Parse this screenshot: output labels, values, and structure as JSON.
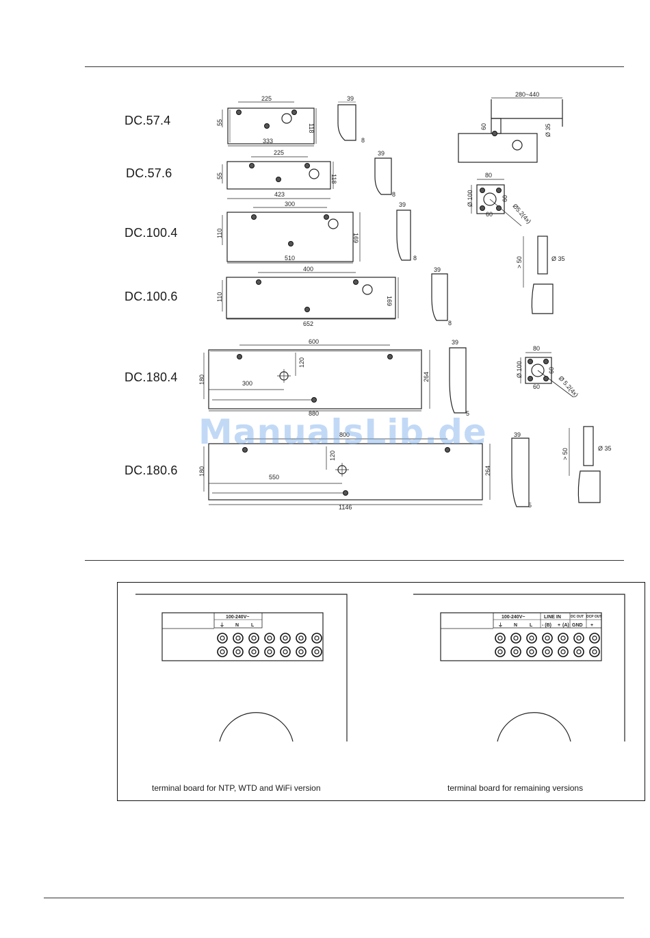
{
  "models": [
    {
      "name": "DC.57.4",
      "top_dim": "225",
      "height_dim": "55",
      "right_dim": "118",
      "bottom_dim": "333",
      "side_top": "39",
      "side_bottom": "8"
    },
    {
      "name": "DC.57.6",
      "top_dim": "225",
      "height_dim": "55",
      "right_dim": "118",
      "bottom_dim": "423",
      "side_top": "39",
      "side_bottom": "8"
    },
    {
      "name": "DC.100.4",
      "top_dim": "300",
      "height_dim": "110",
      "right_dim": "169",
      "bottom_dim": "510",
      "side_top": "39",
      "side_bottom": "8"
    },
    {
      "name": "DC.100.6",
      "top_dim": "400",
      "height_dim": "110",
      "right_dim": "169",
      "bottom_dim": "652",
      "side_top": "39",
      "side_bottom": "8"
    },
    {
      "name": "DC.180.4",
      "top_dim": "600",
      "height_dim": "180",
      "right_dim": "264",
      "bottom_dim": "880",
      "mid_dim": "300",
      "vert_dim": "120",
      "side_top": "39",
      "side_bottom": "5"
    },
    {
      "name": "DC.180.6",
      "top_dim": "800",
      "height_dim": "180",
      "right_dim": "264",
      "bottom_dim": "1146",
      "mid_dim": "550",
      "vert_dim": "120",
      "side_top": "39",
      "side_bottom": "5"
    }
  ],
  "mounts": {
    "wall_arm_range": "280~440",
    "wall_arm_height": "60",
    "wall_arm_diameter": "Ø 35",
    "flange1": {
      "width": "80",
      "height": "Ø 100",
      "side": "60",
      "bottom": "60",
      "holes": "Ø5.2(4x)"
    },
    "pole1": {
      "length": "> 50",
      "diameter": "Ø 35"
    },
    "flange2": {
      "width": "80",
      "height": "Ø 100",
      "side": "60",
      "bottom": "60",
      "holes": "Ø 5.2(4x)"
    },
    "pole2": {
      "length": "> 50",
      "diameter": "Ø 35"
    }
  },
  "watermark": "ManualsLib.de",
  "terminal_boards": [
    {
      "header": "100-240V~",
      "labels": [
        "⏚",
        "N",
        "L"
      ],
      "caption": "terminal board for NTP, WTD and WiFi version"
    },
    {
      "header": "100-240V~",
      "line_in": "LINE IN",
      "dc_out1": "DC OUT",
      "dc_out2": "DCP OUT",
      "labels": [
        "⏚",
        "N",
        "L",
        "- (B)",
        "+",
        "(A)",
        "GND",
        "+"
      ],
      "caption": "terminal board for remaining versions"
    }
  ]
}
